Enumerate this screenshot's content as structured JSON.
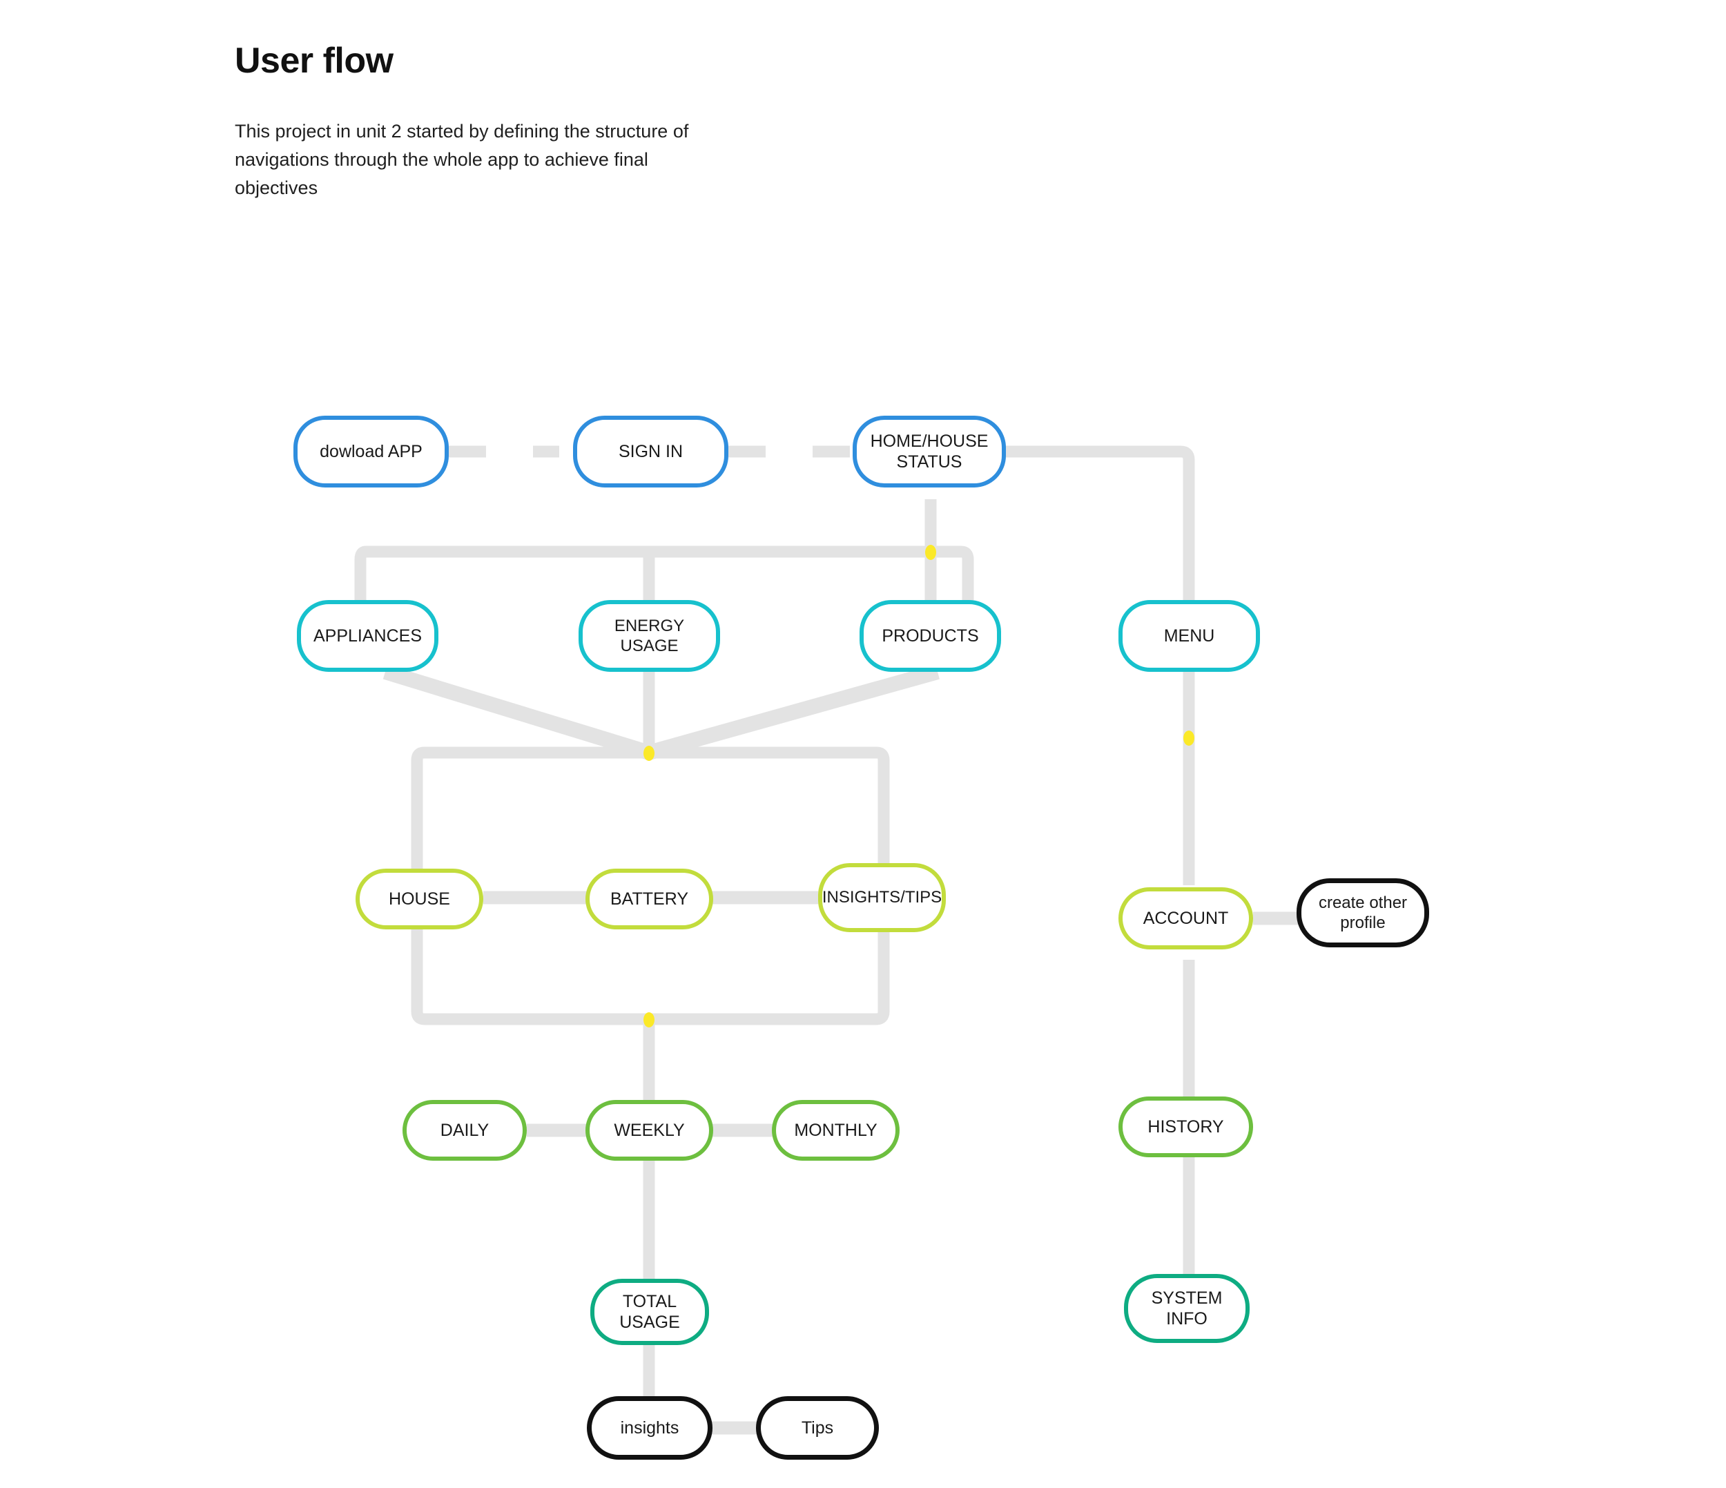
{
  "header": {
    "title": "User flow",
    "description": "This project in unit 2 started by defining the structure of navigations through the whole app to achieve final objectives"
  },
  "colors": {
    "blue": "#2f8ede",
    "cyan": "#17c1cd",
    "lime": "#c2dc3c",
    "green": "#6dbf3f",
    "teal": "#0eac82",
    "black": "#111111",
    "connector": "#e3e3e3",
    "junction_dot": "#fbe928",
    "background": "#ffffff"
  },
  "flow": {
    "nodes": {
      "download_app": "dowload APP",
      "sign_in": "SIGN IN",
      "home_house_status": "HOME/HOUSE\nSTATUS",
      "appliances": "APPLIANCES",
      "energy_usage": "ENERGY USAGE",
      "products": "PRODUCTS",
      "menu": "MENU",
      "house": "HOUSE",
      "battery": "BATTERY",
      "insights_tips": "INSIGHTS/TIPS",
      "account": "ACCOUNT",
      "create_other_profile": "create other\nprofile",
      "daily": "DAILY",
      "weekly": "WEEKLY",
      "monthly": "MONTHLY",
      "history": "HISTORY",
      "total_usage": "TOTAL\nUSAGE",
      "system_info": "SYSTEM\nINFO",
      "insights": "insights",
      "tips": "Tips"
    }
  }
}
